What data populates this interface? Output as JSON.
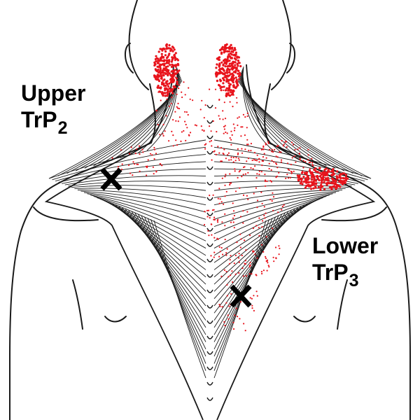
{
  "colors": {
    "referred_pain": "#e8141c",
    "trigger_point_marker": "#000000",
    "outline": "#1a1a1a",
    "background": "#ffffff"
  },
  "labels": {
    "upper": {
      "line1": "Upper",
      "line2": "TrP",
      "subscript": "2"
    },
    "lower": {
      "line1": "Lower",
      "line2": "TrP",
      "subscript": "3"
    }
  },
  "markers": [
    {
      "name": "upper-trigger-point-x-icon",
      "glyph": "X"
    },
    {
      "name": "lower-trigger-point-x-icon",
      "glyph": "X"
    }
  ]
}
